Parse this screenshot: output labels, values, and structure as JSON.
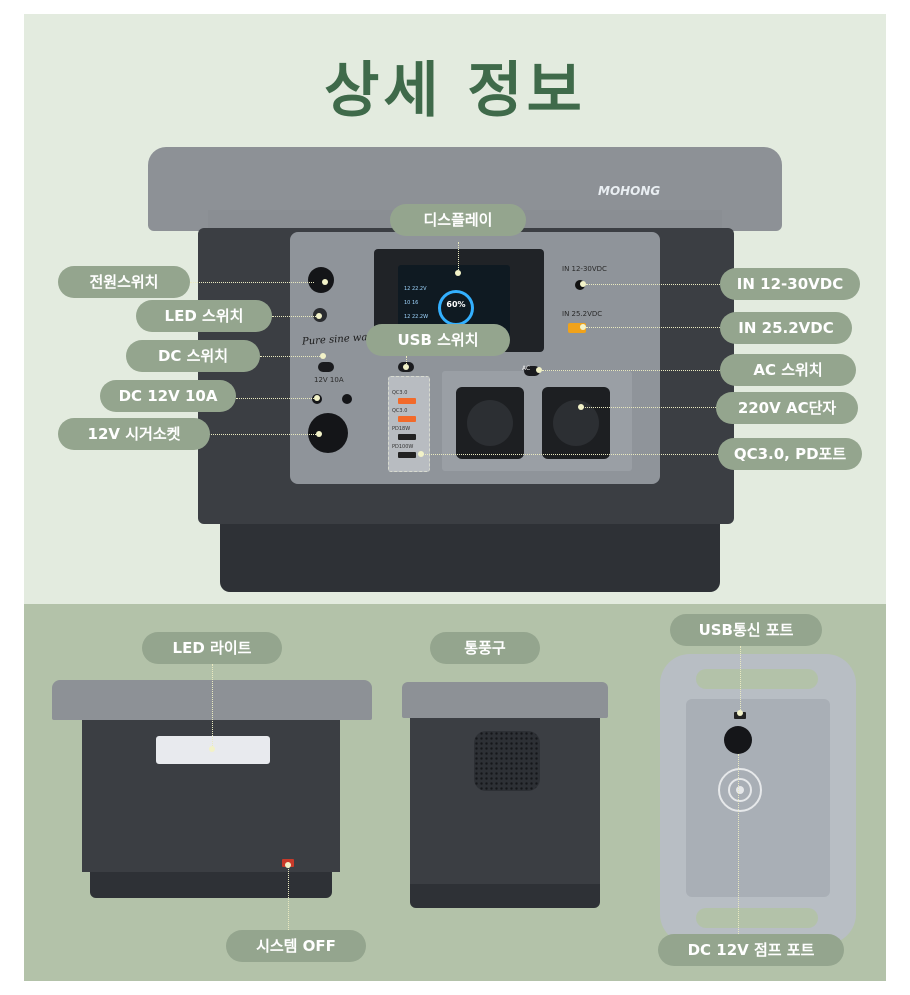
{
  "title": "상세 정보",
  "brand": "MOHONG",
  "device": {
    "screen_value": "60%",
    "screen_rows": [
      "12 22.2V",
      "10 16",
      "12 22.2W"
    ],
    "dc_in_label": "IN 12-30VDC",
    "xt60_label": "IN 25.2VDC",
    "ac_switch_tag": "AC",
    "dc_out_tag": "12V  10A",
    "pure_sine": "Pure sine wave",
    "usb_tags": [
      "QC3.0",
      "QC3.0",
      "PD18W",
      "PD100W"
    ]
  },
  "labels_left": [
    {
      "id": "power-switch",
      "text": "전원스위치"
    },
    {
      "id": "led-switch",
      "text": "LED 스위치"
    },
    {
      "id": "dc-switch",
      "text": "DC 스위치"
    },
    {
      "id": "dc-12v",
      "text": "DC 12V 10A"
    },
    {
      "id": "cigar-socket",
      "text": "12V 시거소켓"
    }
  ],
  "labels_center": [
    {
      "id": "display",
      "text": "디스플레이"
    },
    {
      "id": "usb-switch",
      "text": "USB 스위치"
    }
  ],
  "labels_right": [
    {
      "id": "in-12-30",
      "text": "IN 12-30VDC"
    },
    {
      "id": "in-25",
      "text": "IN 25.2VDC"
    },
    {
      "id": "ac-switch",
      "text": "AC 스위치"
    },
    {
      "id": "ac-outlet",
      "text": "220V AC단자"
    },
    {
      "id": "qc-pd",
      "text": "QC3.0, PD포트"
    }
  ],
  "labels_bottom": [
    {
      "id": "led-light",
      "text": "LED 라이트"
    },
    {
      "id": "vent",
      "text": "통풍구"
    },
    {
      "id": "usb-comm",
      "text": "USB통신 포트"
    },
    {
      "id": "system-off",
      "text": "시스템 OFF"
    },
    {
      "id": "dc-jump",
      "text": "DC 12V 점프 포트"
    }
  ]
}
